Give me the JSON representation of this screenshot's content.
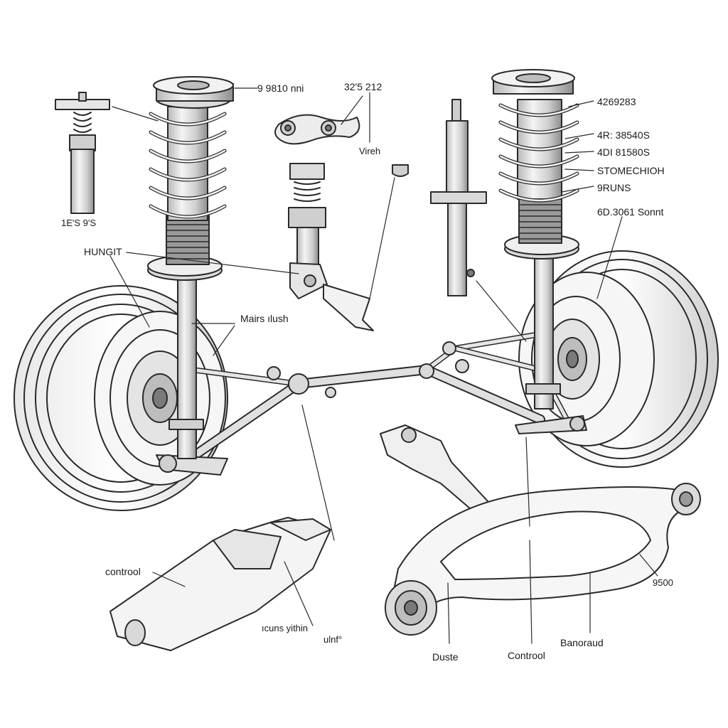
{
  "labels": {
    "top_left_spring_value": "9 9810 nni",
    "top_center_value": "32'5 212",
    "vireh": "Virеh",
    "spec_1": "4269283",
    "spec_2": "4R: 38540S",
    "spec_3": "4DI 81580S",
    "spec_4": "STOMECHIOH",
    "spec_5": "9RUNS",
    "spec_6": "6D.3061 Sonnt",
    "small_strut_value": "1E'S 9'S",
    "hungit": "HUNGIT",
    "mairs_blush": "Mairs ılush",
    "controol_left": "controol",
    "icuns_yithin": "ıcuns yithin",
    "ulnf": "ulnf°",
    "duste": "Duste",
    "controol_bottom": "Controol",
    "banoraud": "Banoraud",
    "value_9500": "9500"
  },
  "colors": {
    "ink": "#1a1a1a",
    "line": "#2a2a2a",
    "metal": "#d9d9d9",
    "metal_dark": "#9a9a9a",
    "shade": "#e6e6e6"
  }
}
